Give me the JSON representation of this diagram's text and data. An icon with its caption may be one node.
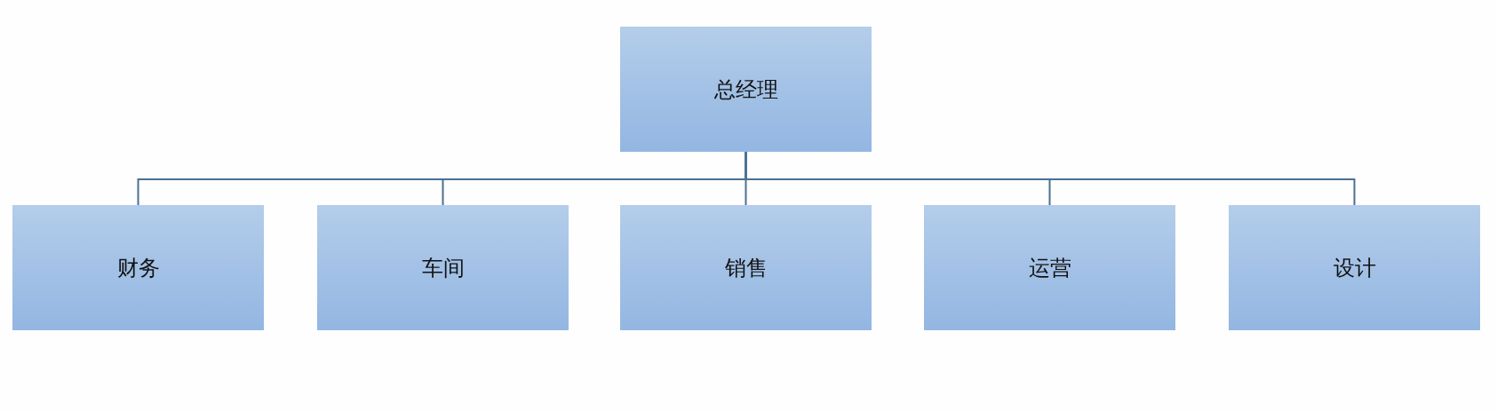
{
  "diagram": {
    "nodes": [
      {
        "text": [
          "总经理"
        ]
      },
      {
        "text": [
          "财务"
        ]
      },
      {
        "text": [
          "车间"
        ]
      },
      {
        "text": [
          "销售"
        ]
      },
      {
        "text": [
          "运营"
        ]
      },
      {
        "text": [
          "设计"
        ]
      }
    ],
    "edges": [
      {
        "from": 0,
        "to": 1,
        "arrow": "none"
      },
      {
        "from": 0,
        "to": 2,
        "arrow": "none"
      },
      {
        "from": 0,
        "to": 3,
        "arrow": "none"
      },
      {
        "from": 0,
        "to": 4,
        "arrow": "none"
      },
      {
        "from": 0,
        "to": 5,
        "arrow": "none"
      }
    ]
  }
}
